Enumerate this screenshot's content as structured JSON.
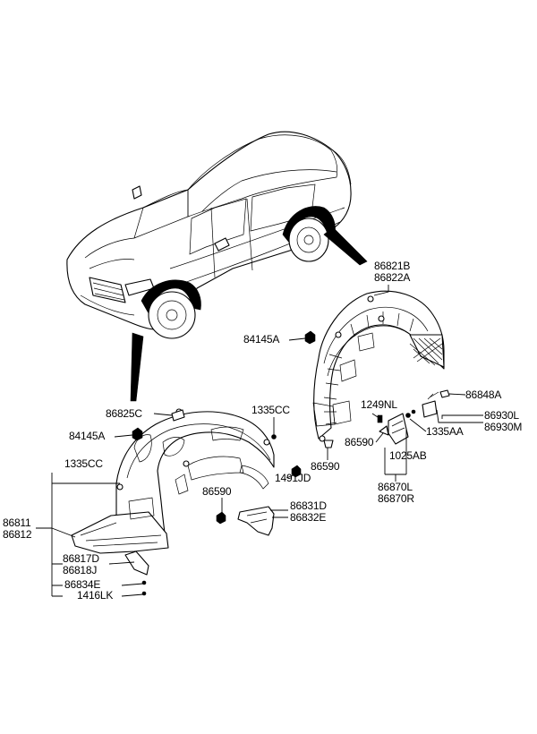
{
  "labels": {
    "p86821B": "86821B",
    "p86822A": "86822A",
    "p84145A_top": "84145A",
    "p86848A": "86848A",
    "p1249NL": "1249NL",
    "p86590_a": "86590",
    "p86930L": "86930L",
    "p86930M": "86930M",
    "p1335AA": "1335AA",
    "p86590_b": "86590",
    "p1025AB": "1025AB",
    "p86870L": "86870L",
    "p86870R": "86870R",
    "p86825C": "86825C",
    "p1335CC_top": "1335CC",
    "p84145A_left": "84145A",
    "p1335CC_left": "1335CC",
    "p1491JD": "1491JD",
    "p86590_c": "86590",
    "p86831D": "86831D",
    "p86832E": "86832E",
    "p86811": "86811",
    "p86812": "86812",
    "p86817D": "86817D",
    "p86818J": "86818J",
    "p86834E": "86834E",
    "p1416LK": "1416LK"
  }
}
